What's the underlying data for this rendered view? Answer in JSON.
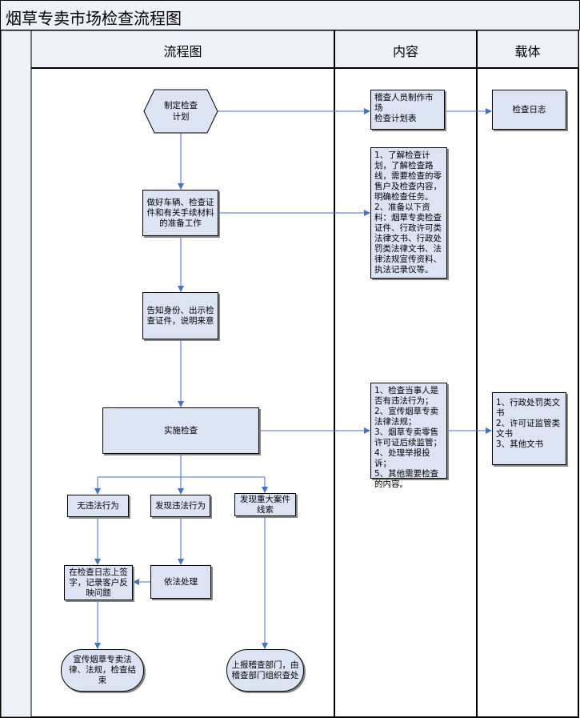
{
  "title": "烟草专卖市场检查流程图",
  "headers": {
    "flow": "流程图",
    "content": "内容",
    "carrier": "载体"
  },
  "nodes": {
    "plan": "制定检查\n计划",
    "prepare": "做好车辆、检查证\n件和有关手续材料\n的准备工作",
    "inform": "告知身份、出示检\n查证件，说明来意",
    "implement": "实施检查",
    "no_violation": "无违法行为",
    "violation_found": "发现违法行为",
    "major_case": "发现重大案件\n线索",
    "sign_log": "在检查日志上签\n字，记录客户反\n映问题",
    "handle": "依法处理",
    "publicize": "宣传烟草专卖法\n律、法规，检查结\n束",
    "report": "上报稽查部门，由\n稽查部门组织查处"
  },
  "content_boxes": {
    "c1": "稽查人员制作市场\n检查计划表",
    "c2": "1、了解检查计\n划，了解检查路\n线，需要检查的零\n售户及检查内容，\n明确检查任务。\n2、准备以下资\n料：烟草专卖检查\n证件、行政许可类\n法律文书、行政处\n罚类法律文书、法\n律法规宣传资料、\n执法记录仪等。",
    "c3": "1、检查当事人是\n否有违法行为；\n2、宣传烟草专卖\n法律法规；\n3、烟草专卖零售\n许可证后续监管；\n4、处理举报投诉；\n5、其他需要检查\n的内容。"
  },
  "carrier_boxes": {
    "k1": "检查日志",
    "k2": "1、行政处罚类文\n书\n2、许可证监管类\n文书\n3、其他文书"
  },
  "colors": {
    "box_fill": "#dce3f3",
    "arrow": "#4472c4",
    "line": "#000000"
  }
}
